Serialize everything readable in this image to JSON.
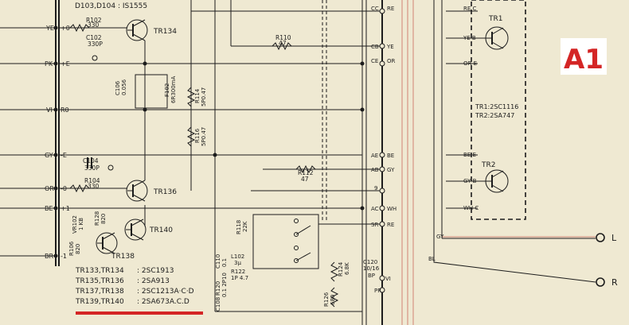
{
  "badge": {
    "label": "A1",
    "color": "#d42525"
  },
  "header": {
    "diodes": "D103,D104 : IS1555"
  },
  "left_labels": [
    "YE",
    "PK",
    "VI",
    "GY",
    "OR",
    "BE",
    "BR"
  ],
  "left_pins": [
    "+0",
    "+E",
    "R0",
    "-E",
    "-0",
    "+1",
    "-1"
  ],
  "components": {
    "r102": "R102",
    "r102_val": "330",
    "c102": "C102",
    "c102_val": "330P",
    "c104": "C104",
    "c104_val": "330P",
    "r104": "R104",
    "r104_val": "330",
    "c106": "C106",
    "c106_val": "0.056",
    "r110": "R110",
    "r110_val": "47",
    "r112": "R112",
    "r112_val": "47",
    "r114": "R114",
    "r114_val": "5P0.47",
    "r116": "R116",
    "r116_val": "5P0.47",
    "f102": "F102",
    "f102_val": "6R300mA",
    "vr102": "VR102",
    "vr102_val": "1 KB",
    "r128": "R128",
    "r128_val": "820",
    "r106": "R106",
    "r106_val": "820",
    "r118": "R118",
    "r118_val": "22K",
    "l102": "L102",
    "l102_val": "3μ",
    "r122": "R122",
    "r122_val": "1P 4.7",
    "c110": "C110",
    "c110_val": "0.1",
    "r120": "R120",
    "r120_val": "0.1 2P10",
    "c108": "C108",
    "r124": "R124",
    "r124_val": "6.8K",
    "r126": "R126",
    "r126_val": "680",
    "c120": "C120",
    "c120_val": "10/16",
    "c120_bp": "BP"
  },
  "transistors": {
    "tr134": "TR134",
    "tr136": "TR136",
    "tr140": "TR140",
    "tr138": "TR138",
    "tr1": "TR1",
    "tr2": "TR2"
  },
  "bus_labels": {
    "cc": "CC",
    "re1": "RE",
    "cb": "CB",
    "ye": "YE",
    "ce": "CE",
    "or": "OR",
    "ae": "AE",
    "be": "BE",
    "ab": "AB",
    "gy": "GY",
    "nine": "9",
    "ac": "AC",
    "wh": "WH",
    "sr": "SR",
    "re2": "RE",
    "vi": "VI",
    "pr": "PR"
  },
  "right_labels": {
    "re_c": "RE C",
    "ye_b": "YE B",
    "or_e": "OR E",
    "be_e": "BE E",
    "gy_b": "GY B",
    "wh_c": "WH C",
    "gy": "GY",
    "bl": "BL"
  },
  "tr_note": [
    "TR1:2SC1116",
    "TR2:2SA747"
  ],
  "outputs": {
    "left": "L",
    "right": "R"
  },
  "parts_table": [
    {
      "names": "TR133,TR134",
      "part": ": 2SC1913"
    },
    {
      "names": "TR135,TR136",
      "part": ": 2SA913"
    },
    {
      "names": "TR137,TR138",
      "part": ": 2SC1213A·C·D"
    },
    {
      "names": "TR139,TR140",
      "part": ": 2SA673A.C.D"
    }
  ]
}
